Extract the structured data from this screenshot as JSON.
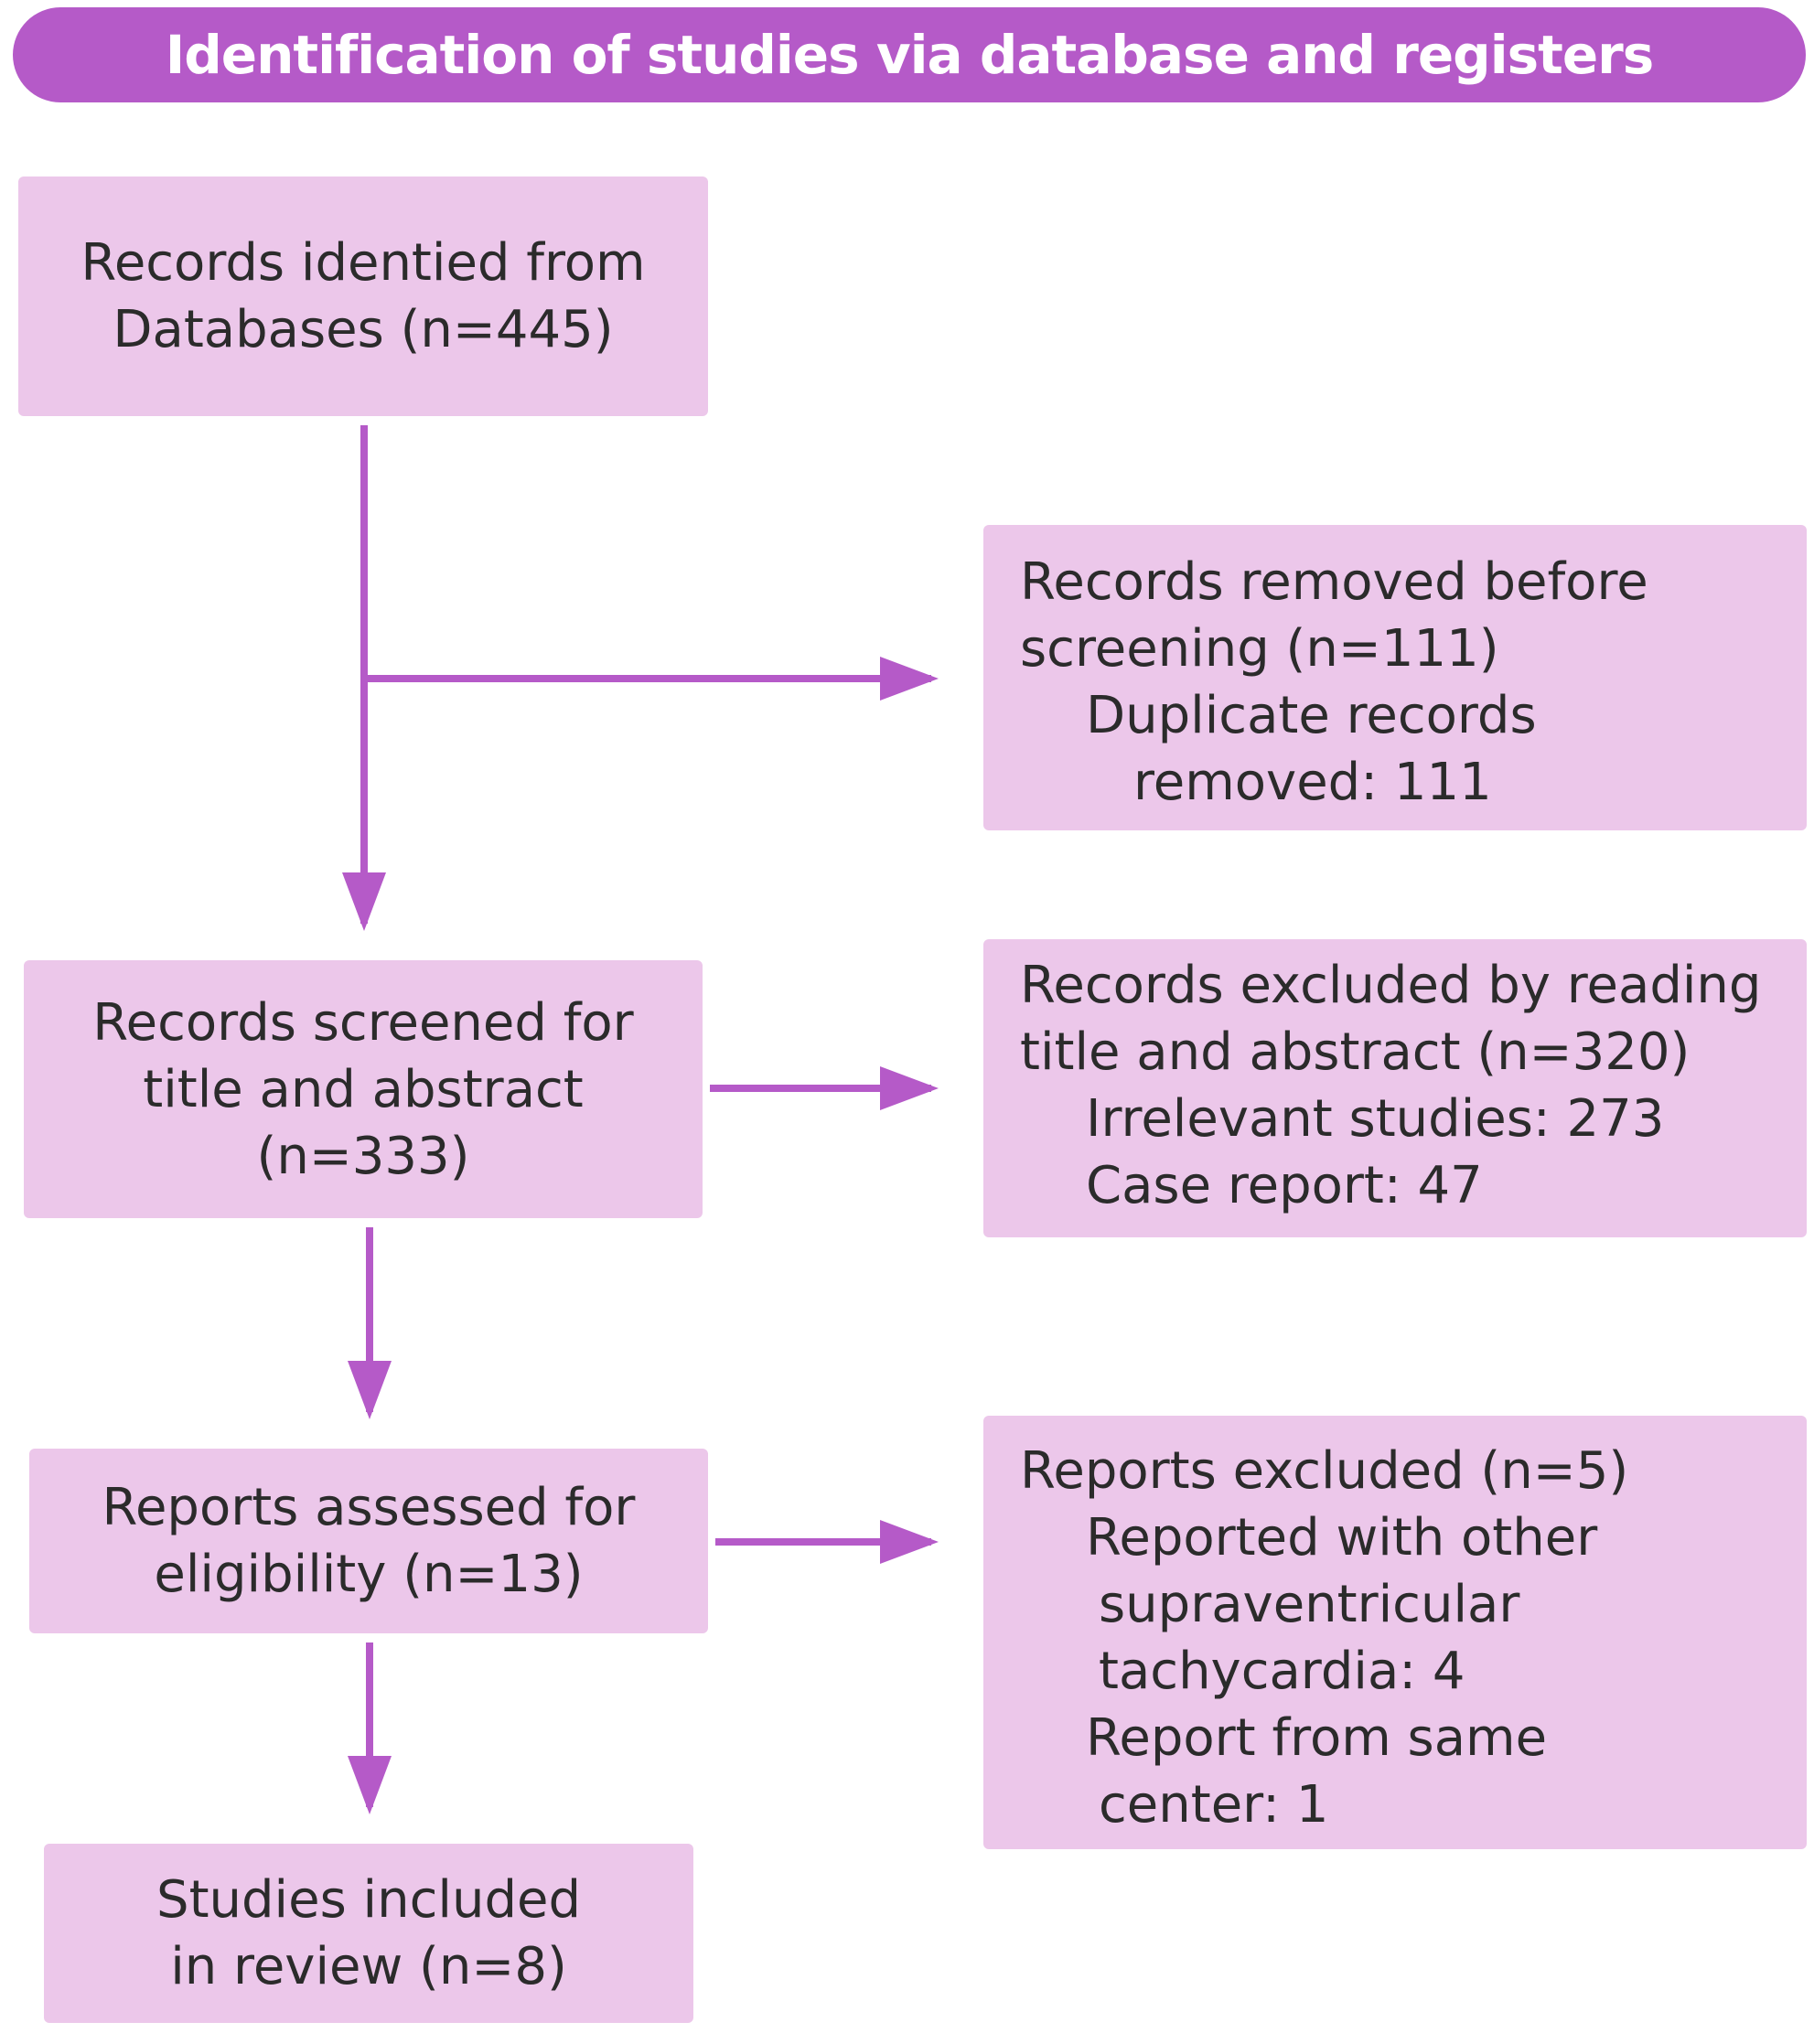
{
  "title": "Identification of studies via database and registers",
  "colors": {
    "banner": "#b55ac8",
    "box_fill": "#ecc7ea",
    "arrow": "#b55ac8",
    "text": "#2b2b2b"
  },
  "boxes": {
    "identified": {
      "line1": "Records identied from",
      "line2": "Databases (n=445)"
    },
    "removed": {
      "line1": "Records removed before",
      "line2": "screening (n=111)",
      "line3": "Duplicate records",
      "line4": "removed: 111"
    },
    "screened": {
      "line1": "Records screened for",
      "line2": "title and abstract",
      "line3": "(n=333)"
    },
    "excluded_screening": {
      "line1": "Records excluded by reading",
      "line2": "title and abstract (n=320)",
      "line3": "Irrelevant studies: 273",
      "line4": "Case report: 47"
    },
    "assessed": {
      "line1": "Reports assessed for",
      "line2": "eligibility (n=13)"
    },
    "excluded_reports": {
      "line1": "Reports excluded (n=5)",
      "line2": "Reported with other",
      "line3": "supraventricular",
      "line4": "tachycardia: 4",
      "line5": "Report from same",
      "line6": "center: 1"
    },
    "included": {
      "line1": "Studies included",
      "line2": "in review (n=8)"
    }
  }
}
